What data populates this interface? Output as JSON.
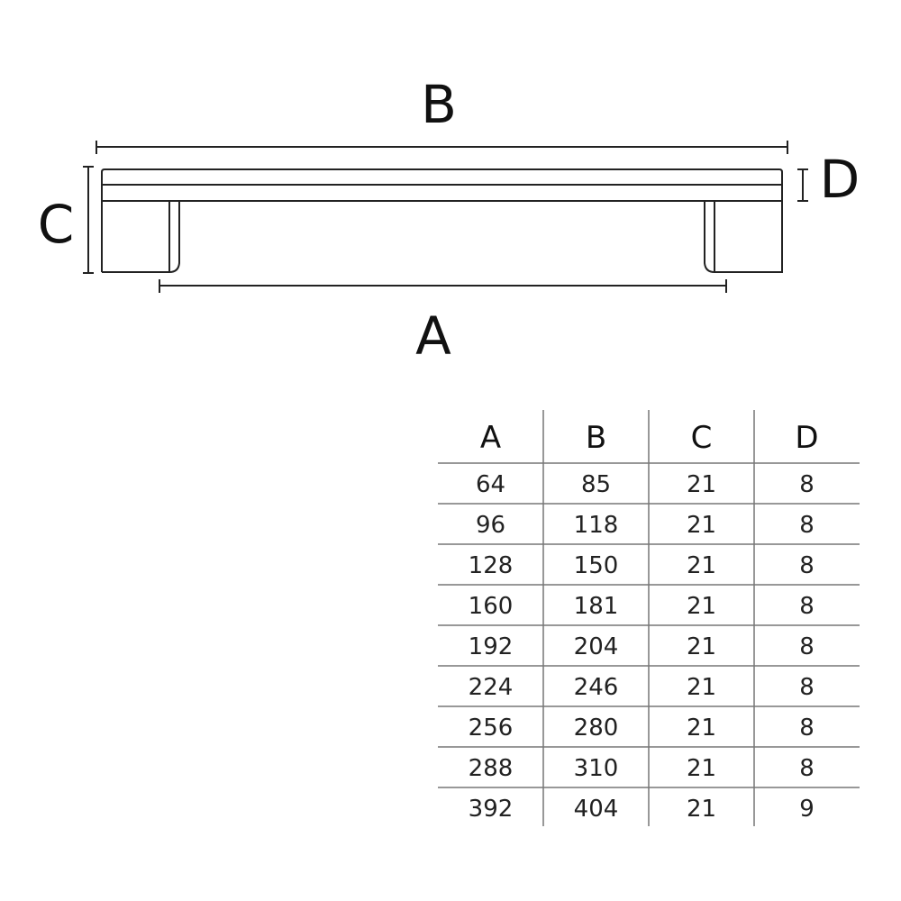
{
  "diagram": {
    "labels": {
      "A": "A",
      "B": "B",
      "C": "C",
      "D": "D"
    }
  },
  "table": {
    "headers": [
      "A",
      "B",
      "C",
      "D"
    ],
    "rows": [
      [
        "64",
        "85",
        "21",
        "8"
      ],
      [
        "96",
        "118",
        "21",
        "8"
      ],
      [
        "128",
        "150",
        "21",
        "8"
      ],
      [
        "160",
        "181",
        "21",
        "8"
      ],
      [
        "192",
        "204",
        "21",
        "8"
      ],
      [
        "224",
        "246",
        "21",
        "8"
      ],
      [
        "256",
        "280",
        "21",
        "8"
      ],
      [
        "288",
        "310",
        "21",
        "8"
      ],
      [
        "392",
        "404",
        "21",
        "9"
      ]
    ]
  }
}
